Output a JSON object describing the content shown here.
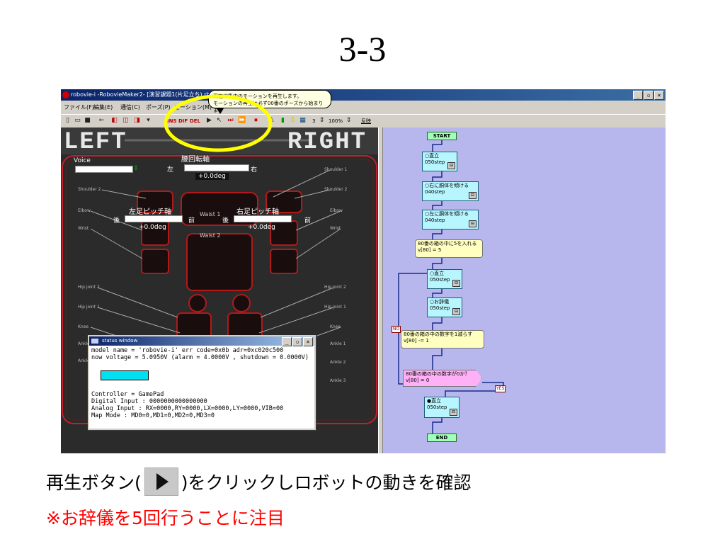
{
  "slide": {
    "title": "3-3",
    "caption_before": "再生ボタン(",
    "caption_after": ")をクリックしロボットの動きを確認",
    "note": "※お辞儀を5回行うことに注目"
  },
  "window": {
    "title": "robovie-i -RobovieMaker2- [演習課題1(片足立ち).rbt]",
    "controls": [
      "_",
      "▫",
      "×"
    ]
  },
  "menu": {
    "items": [
      "ファイル(F)",
      "編集(E)",
      "通信(C)",
      "ポーズ(P)",
      "モーション(M)"
    ]
  },
  "toolbar": {
    "step_value": "3",
    "zoom": "100%",
    "reflect_label": "反映",
    "ins_label": "INS",
    "dif_label": "DIF",
    "del_label": "DEL"
  },
  "tooltip": {
    "line1": "現在編集中のモーションを再生します。",
    "line2": "モーションの再生は必ず00番のポーズから始まります"
  },
  "robot": {
    "left_label": "LEFT",
    "right_label": "RIGHT",
    "voice_label": "Voice",
    "waist_label": "腰回転軸",
    "waist_left": "左",
    "waist_right": "右",
    "waist_value": "+0.0deg",
    "left_pitch_label": "左足ピッチ軸",
    "right_pitch_label": "右足ピッチ軸",
    "back": "後",
    "front": "前",
    "left_pitch_value": "+0.0deg",
    "right_pitch_value": "+0.0deg",
    "waist1": "Waist 1",
    "waist2": "Waist 2",
    "left_parts": [
      "Shoulder 2",
      "Elbow",
      "Wrist",
      "Hip joint 2",
      "Hip joint 1",
      "Knee",
      "Ankle 1",
      "Ankle 2"
    ],
    "right_parts": [
      "Shoulder 1",
      "Shoulder 2",
      "Elbow",
      "Wrist",
      "Hip joint 2",
      "Hip joint 1",
      "Knee",
      "Ankle 1",
      "Ankle 2",
      "Ankle 3"
    ]
  },
  "status": {
    "title": "status window",
    "line1": "model name = 'robovie-i'  err code=0x0b adr=0xc020c500",
    "line2": "now voltage = 5.0950V (alarm = 4.0000V , shutdown = 0.0000V)",
    "line3": "Controller = GamePad",
    "line4": "Digital Input : 0000000000000000",
    "line5": "Analog Input : RX=0000,RY=0000,LX=0000,LY=0000,VIB=00",
    "line6": "Map Mode : MD0=0,MD1=0,MD2=0,MD3=0"
  },
  "flow": {
    "start": "START",
    "end": "END",
    "m1_name": "○直立",
    "m1_step": "050step",
    "m2_name": "○右に胴体を傾ける",
    "m2_step": "040step",
    "m3_name": "○左に胴体を傾ける",
    "m3_step": "040step",
    "c1_title": "80番の箱の中に5を入れる",
    "c1_expr": "v[80] = 5",
    "m4_name": "○直立",
    "m4_step": "050step",
    "m5_name": "○お辞儀",
    "m5_step": "050step",
    "c2_title": "80番の箱の中の数字を1減らす",
    "c2_expr": "v[80] -= 1",
    "cond_title": "80番の箱の中の数字が0か？",
    "cond_expr": "v[80] = 0",
    "no_label": "NO",
    "yes_label": "YES",
    "m6_name": "●直立",
    "m6_step": "050step"
  }
}
